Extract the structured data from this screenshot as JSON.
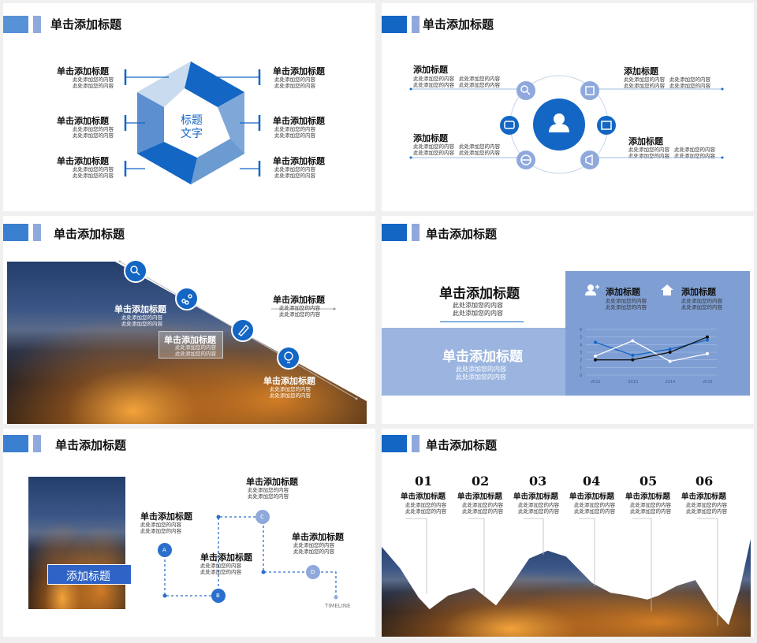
{
  "slide_title": "单击添加标题",
  "s1": {
    "center": [
      "标题",
      "文字"
    ],
    "items": [
      {
        "title": "单击添加标题",
        "lines": [
          "此处添加您的内容",
          "此处添加您的内容"
        ]
      }
    ]
  },
  "s2": {
    "groups": [
      {
        "title": "添加标题",
        "lines": [
          "此处添加您的内容",
          "此处添加您的内容"
        ],
        "lines2": [
          "此处添加您的内容",
          "此处添加您的内容"
        ]
      }
    ]
  },
  "s3": {
    "items": [
      {
        "title": "单击添加标题",
        "lines": [
          "此处添加您的内容",
          "此处添加您的内容"
        ]
      }
    ]
  },
  "s4": {
    "main_title": "单击添加标题",
    "main_lines": [
      "此处添加您的内容",
      "此处添加您的内容"
    ],
    "box_title": "单击添加标题",
    "box_lines": [
      "此处添加您的内容",
      "此处添加您的内容"
    ],
    "labels": [
      "添加标题",
      "添加标题"
    ],
    "label_lines": [
      "此处添加您的内容",
      "此处添加您的内容"
    ]
  },
  "chart_data": {
    "type": "line",
    "x": [
      "2012",
      "2013",
      "2014",
      "2015"
    ],
    "series": [
      {
        "values": [
          4.3,
          2.6,
          3.4,
          4.6
        ],
        "color": "#1366c4"
      },
      {
        "values": [
          2.5,
          4.5,
          1.8,
          2.8
        ],
        "color": "#ffffff"
      },
      {
        "values": [
          2,
          2,
          3,
          5
        ],
        "color": "#111111"
      }
    ],
    "ylim": [
      0,
      6
    ],
    "yticks": [
      "6",
      "5",
      "4",
      "3",
      "2",
      "1",
      "0"
    ]
  },
  "s5": {
    "photo_label": "添加标题",
    "markers": [
      "A",
      "B",
      "C",
      "D"
    ],
    "timeline": "TIMELINE",
    "item_title": "单击添加标题",
    "lines": [
      "此处添加您的内容",
      "此处添加您的内容"
    ]
  },
  "s6": {
    "nums": [
      "01",
      "02",
      "03",
      "04",
      "05",
      "06"
    ],
    "item_title": "单击添加标题",
    "lines": [
      "此处添加您的内容",
      "此处添加您的内容"
    ]
  },
  "colors": {
    "primary": "#1366c4",
    "light": "#8fa9dd",
    "panel": "#7f9fd4"
  }
}
